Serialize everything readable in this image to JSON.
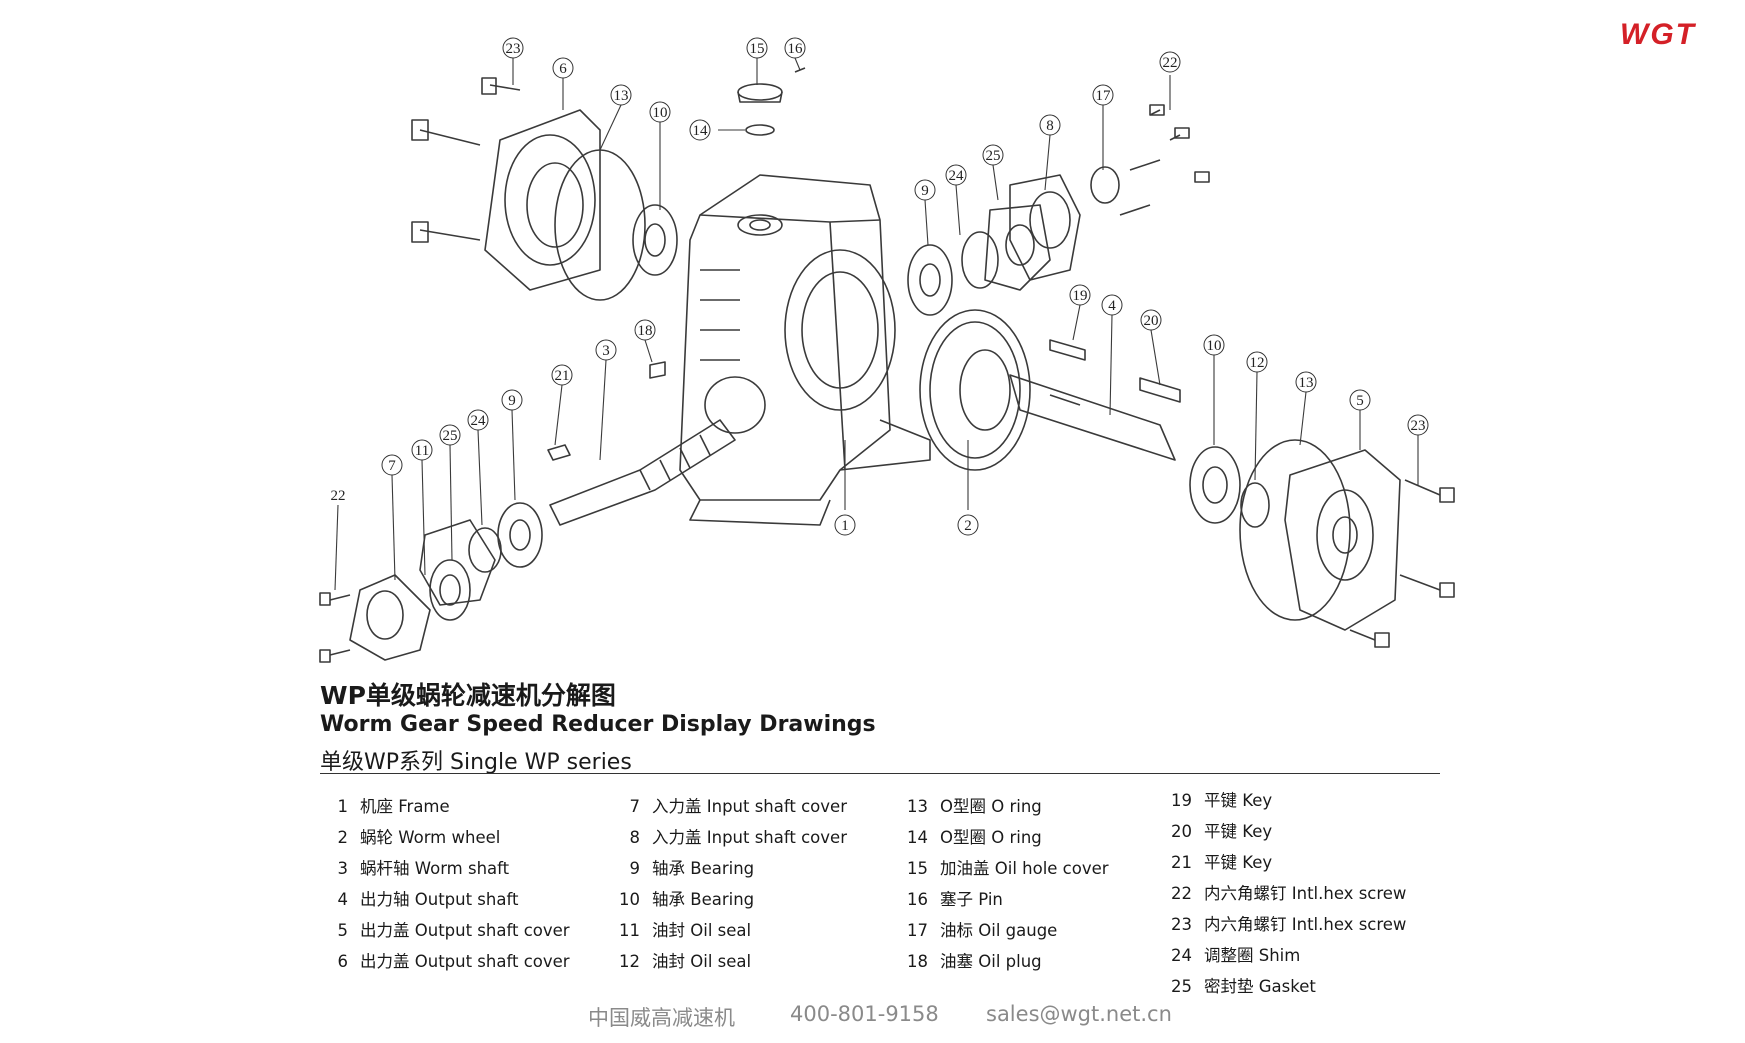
{
  "brand": {
    "logo_text": "WGT",
    "color": "#d42027"
  },
  "diagram": {
    "callouts": [
      "23",
      "6",
      "13",
      "10",
      "15",
      "16",
      "14",
      "22",
      "17",
      "8",
      "25",
      "24",
      "9",
      "19",
      "4",
      "20",
      "10",
      "12",
      "13",
      "5",
      "23",
      "18",
      "3",
      "21",
      "9",
      "24",
      "25",
      "11",
      "7",
      "22",
      "1",
      "2"
    ]
  },
  "title": {
    "cn": "WP单级蜗轮减速机分解图",
    "en": "Worm Gear Speed Reducer Display Drawings",
    "sub": "单级WP系列 Single WP series"
  },
  "parts": [
    {
      "num": "1",
      "label": "机座 Frame"
    },
    {
      "num": "2",
      "label": "蜗轮 Worm wheel"
    },
    {
      "num": "3",
      "label": "蜗杆轴 Worm shaft"
    },
    {
      "num": "4",
      "label": "出力轴 Output shaft"
    },
    {
      "num": "5",
      "label": "出力盖 Output shaft cover"
    },
    {
      "num": "6",
      "label": "出力盖 Output shaft cover"
    },
    {
      "num": "7",
      "label": "入力盖 Input shaft cover"
    },
    {
      "num": "8",
      "label": "入力盖 Input shaft cover"
    },
    {
      "num": "9",
      "label": "轴承 Bearing"
    },
    {
      "num": "10",
      "label": "轴承 Bearing"
    },
    {
      "num": "11",
      "label": "油封 Oil seal"
    },
    {
      "num": "12",
      "label": "油封 Oil seal"
    },
    {
      "num": "13",
      "label": "O型圈 O ring"
    },
    {
      "num": "14",
      "label": "O型圈 O ring"
    },
    {
      "num": "15",
      "label": "加油盖 Oil hole cover"
    },
    {
      "num": "16",
      "label": "塞子 Pin"
    },
    {
      "num": "17",
      "label": "油标 Oil gauge"
    },
    {
      "num": "18",
      "label": "油塞 Oil plug"
    },
    {
      "num": "19",
      "label": "平键 Key"
    },
    {
      "num": "20",
      "label": "平键 Key"
    },
    {
      "num": "21",
      "label": "平键 Key"
    },
    {
      "num": "22",
      "label": "内六角螺钉 Intl.hex screw"
    },
    {
      "num": "23",
      "label": "内六角螺钉 Intl.hex screw"
    },
    {
      "num": "24",
      "label": "调整圈 Shim"
    },
    {
      "num": "25",
      "label": "密封垫 Gasket"
    }
  ],
  "footer": {
    "company": "中国威高减速机",
    "phone": "400-801-9158",
    "email": "sales@wgt.net.cn"
  }
}
